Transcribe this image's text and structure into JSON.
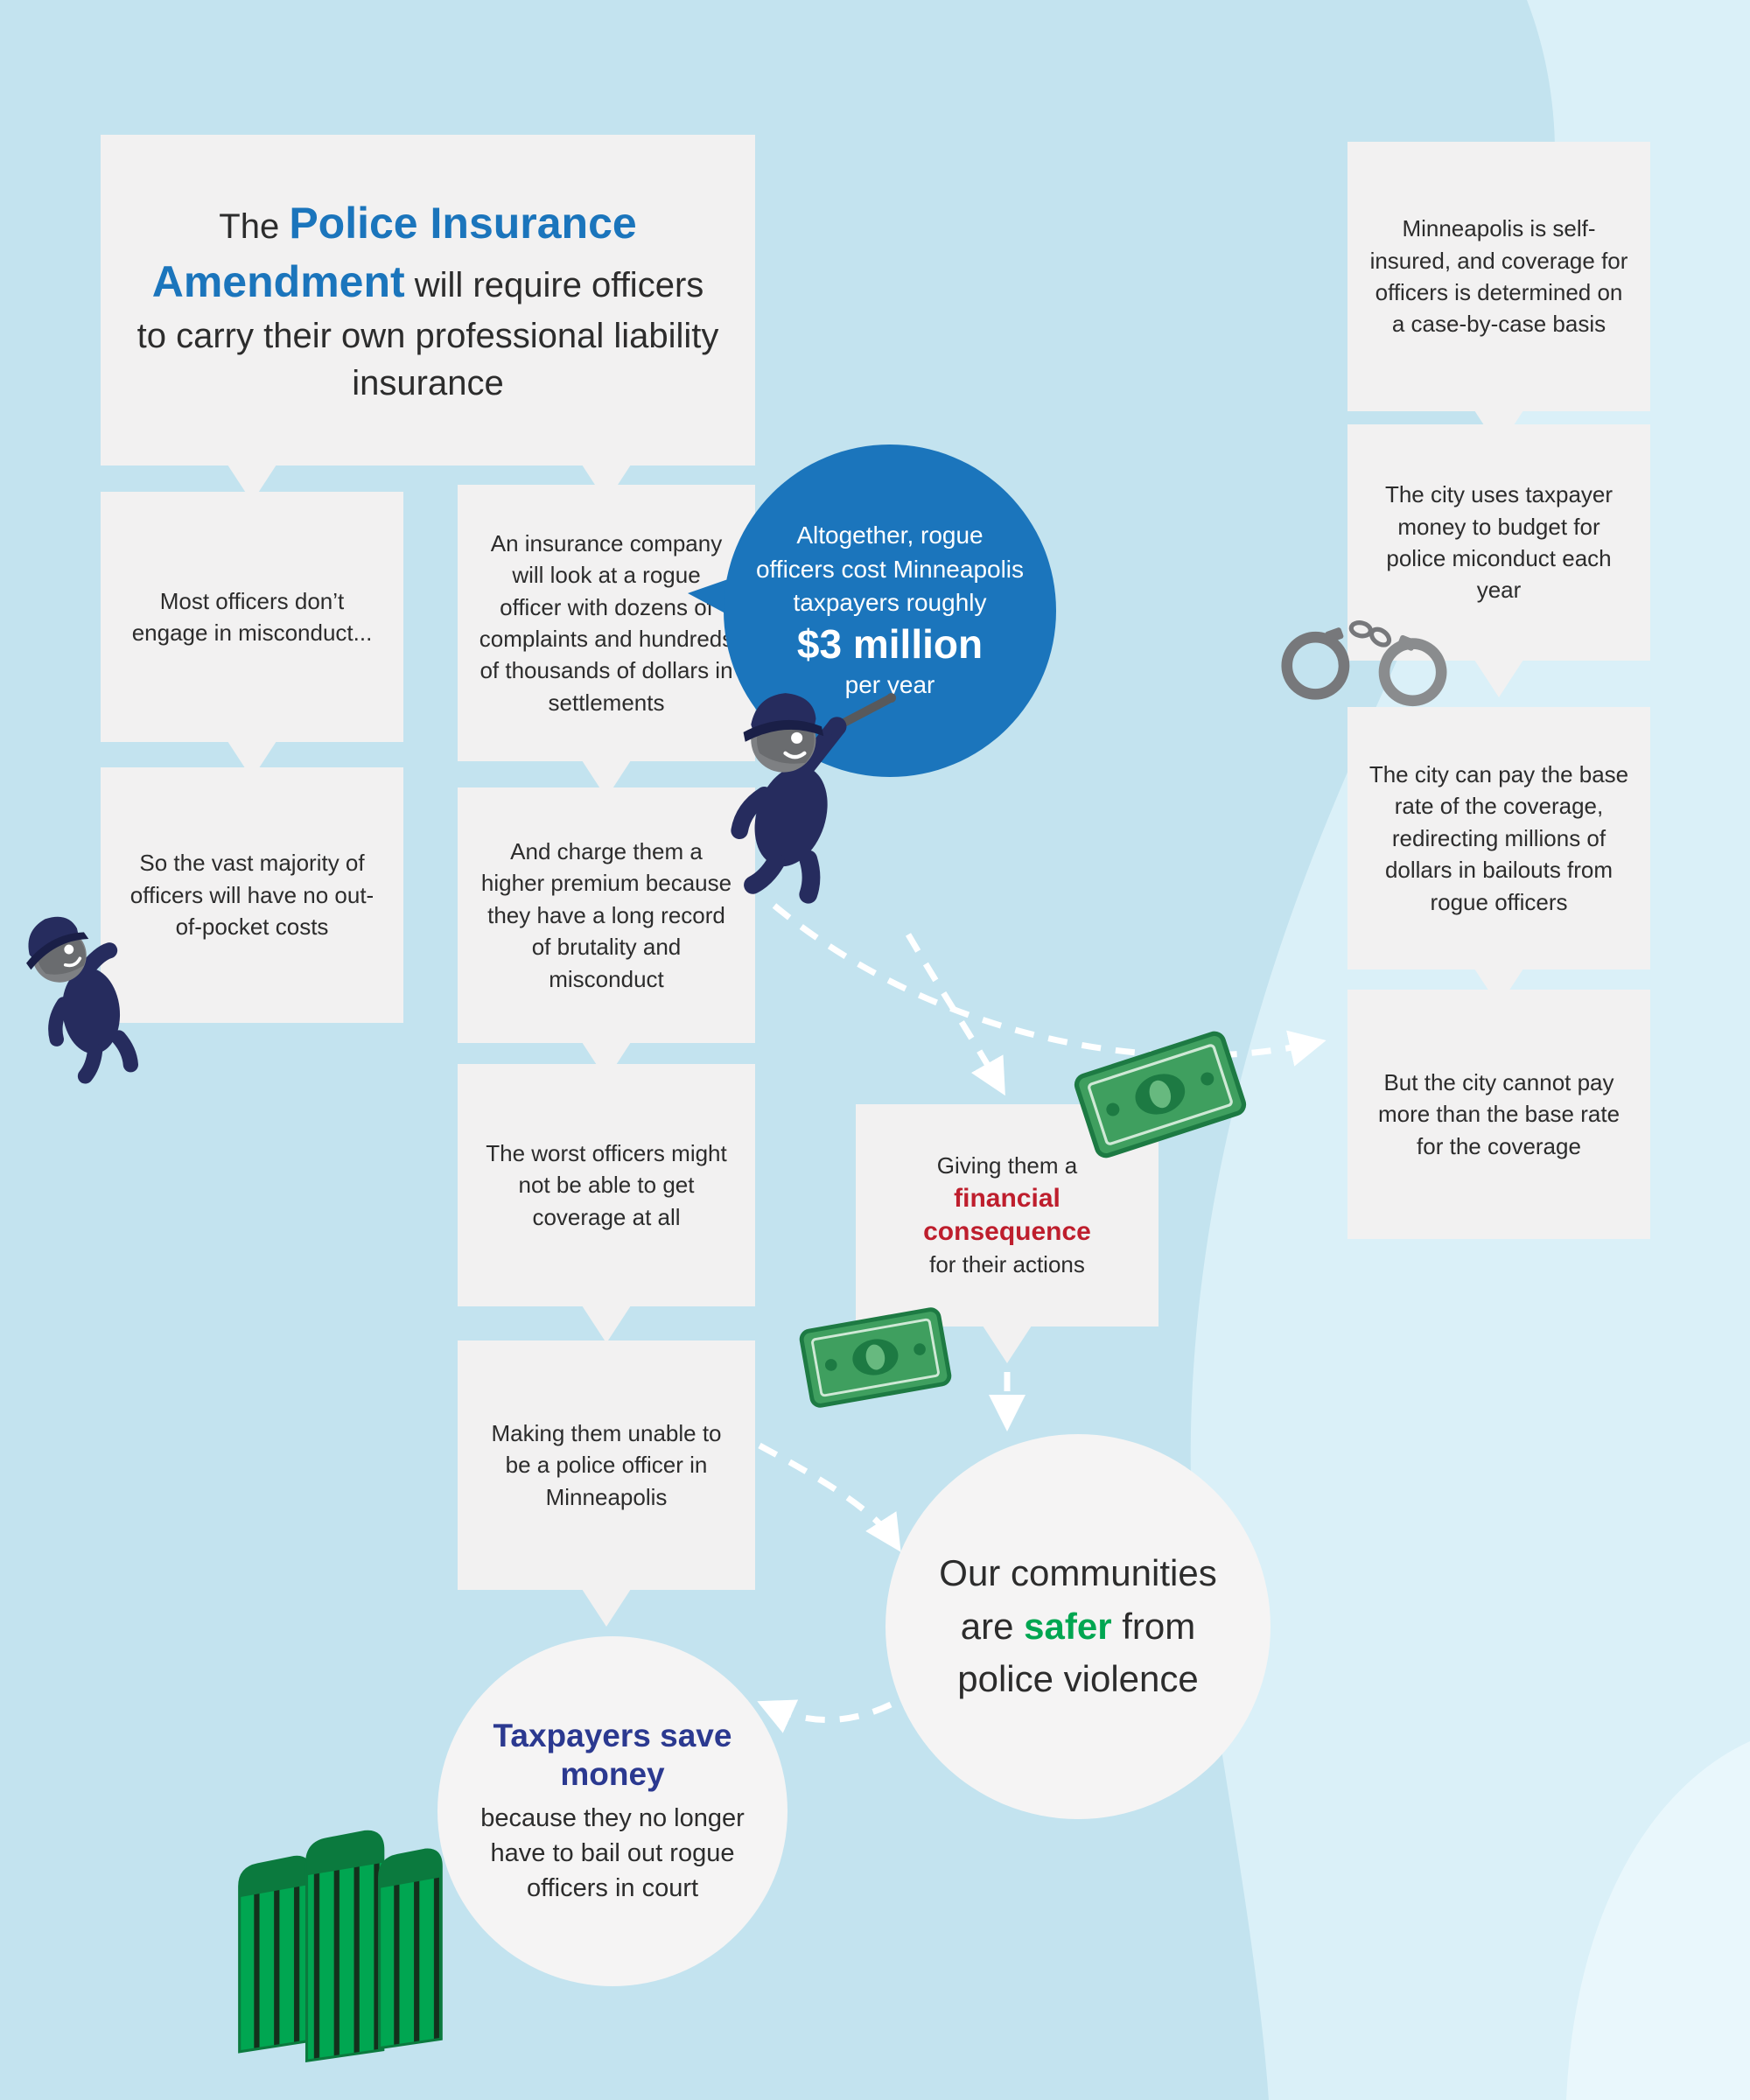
{
  "palette": {
    "background": "#c3e3ef",
    "background_light": "#daf0f8",
    "box": "#f2f1f1",
    "accent_blue": "#1b75bc",
    "accent_red": "#be1e2d",
    "accent_green": "#00a651",
    "accent_navy": "#2b3990",
    "officer_navy": "#262c5e",
    "metal_gray": "#77787b"
  },
  "title": {
    "pre": "The ",
    "highlight": "Police Insurance Amendment",
    "post": " will require officers to carry their own professional liability insurance"
  },
  "left": {
    "box1": "Most officers don’t engage in misconduct...",
    "box2": "So the vast majority of officers will have no out-of-pocket costs"
  },
  "middle": {
    "box1": "An insurance company will look at a rogue officer with dozens of complaints and hundreds of thousands of dollars in settlements",
    "box2": "And charge them a higher premium because they have a long record of brutality and misconduct",
    "box3": "The worst officers might not be able to get coverage at all",
    "box4": "Making them unable to be a police officer in Minneapolis"
  },
  "bubble": {
    "line1": "Altogether, rogue officers cost Minneapolis taxpayers roughly",
    "amount": "$3 million",
    "line2": "per year"
  },
  "consequence": {
    "pre": "Giving them a",
    "highlight": "financial consequence",
    "post": "for their actions"
  },
  "right": {
    "box1": "Minneapolis is self-insured, and coverage for officers is determined on a case-by-case basis",
    "box2": "The city uses taxpayer money to budget for police miconduct each year",
    "box3": "The city can pay the base rate of the coverage, redirecting millions of dollars in bailouts from rogue officers",
    "box4": "But the city cannot pay more than the base rate for the coverage"
  },
  "safer": {
    "pre": "Our communities are ",
    "highlight": "safer",
    "post": " from police violence"
  },
  "taxpayers": {
    "highlight": "Taxpayers save money",
    "post": "because they no longer have to bail out rogue officers in court"
  },
  "icons": {
    "officer_center": "police-officer-icon",
    "officer_left": "police-officer-icon",
    "handcuffs": "handcuffs-icon",
    "bill_upper": "money-bill-icon",
    "bill_lower": "money-bill-icon",
    "money_stack": "money-stack-icon"
  }
}
